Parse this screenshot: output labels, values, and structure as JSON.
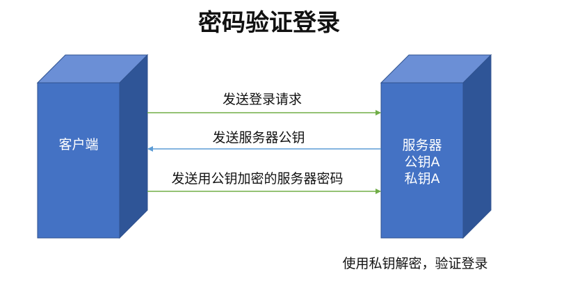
{
  "title": "密码验证登录",
  "colors": {
    "box_front": "#4472C4",
    "box_top": "#6B8FD6",
    "box_side": "#2F5597",
    "box_edge": "#2F528F",
    "arrow_green": "#70AD47",
    "arrow_blue": "#5B9BD5"
  },
  "client": {
    "label": "客户端"
  },
  "server": {
    "lines": [
      "服务器",
      "公钥A",
      "私钥A"
    ]
  },
  "arrows": [
    {
      "label": "发送登录请求",
      "direction": "right",
      "color": "green"
    },
    {
      "label": "发送服务器公钥",
      "direction": "left",
      "color": "blue"
    },
    {
      "label": "发送用公钥加密的服务器密码",
      "direction": "right",
      "color": "green"
    }
  ],
  "note": "使用私钥解密，验证登录"
}
